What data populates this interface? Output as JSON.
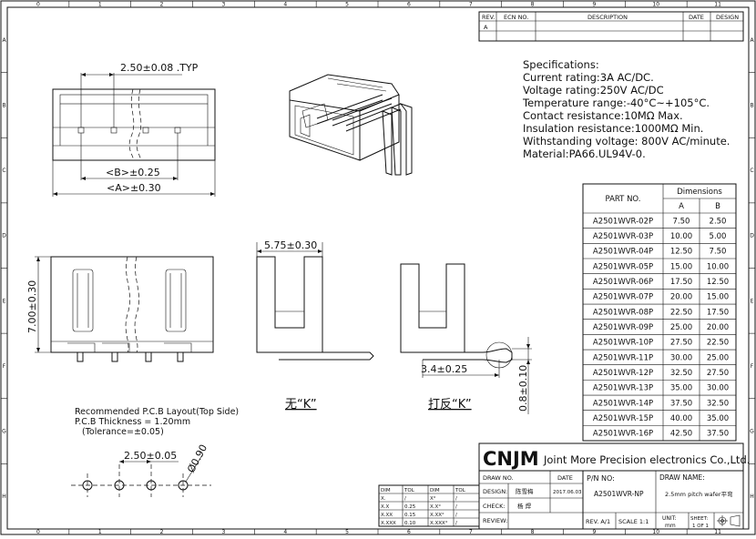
{
  "revision": {
    "headers": [
      "REV.",
      "ECN NO.",
      "DESCRIPTION",
      "DATE",
      "DESIGN"
    ],
    "rows": [
      [
        "A",
        "",
        "",
        "",
        ""
      ]
    ]
  },
  "grid": {
    "columns": [
      "0",
      "1",
      "2",
      "3",
      "4",
      "5",
      "6",
      "7",
      "8",
      "9",
      "10",
      "11"
    ],
    "rows": [
      "A",
      "B",
      "C",
      "D",
      "E",
      "F",
      "G",
      "H"
    ]
  },
  "specifications": {
    "title": "Specifications:",
    "lines": [
      "Current rating:3A AC/DC.",
      "Voltage rating:250V AC/DC",
      "Temperature range:-40°C~+105°C.",
      "Contact resistance:10MΩ Max.",
      "Insulation resistance:1000MΩ Min.",
      "Withstanding voltage: 800V AC/minute.",
      "Material:PA66.UL94V-0."
    ]
  },
  "parts_table": {
    "part_header": "PART NO.",
    "dims_header": "Dimensions",
    "col_a": "A",
    "col_b": "B",
    "rows": [
      [
        "A2501WVR-02P",
        "7.50",
        "2.50"
      ],
      [
        "A2501WVR-03P",
        "10.00",
        "5.00"
      ],
      [
        "A2501WVR-04P",
        "12.50",
        "7.50"
      ],
      [
        "A2501WVR-05P",
        "15.00",
        "10.00"
      ],
      [
        "A2501WVR-06P",
        "17.50",
        "12.50"
      ],
      [
        "A2501WVR-07P",
        "20.00",
        "15.00"
      ],
      [
        "A2501WVR-08P",
        "22.50",
        "17.50"
      ],
      [
        "A2501WVR-09P",
        "25.00",
        "20.00"
      ],
      [
        "A2501WVR-10P",
        "27.50",
        "22.50"
      ],
      [
        "A2501WVR-11P",
        "30.00",
        "25.00"
      ],
      [
        "A2501WVR-12P",
        "32.50",
        "27.50"
      ],
      [
        "A2501WVR-13P",
        "35.00",
        "30.00"
      ],
      [
        "A2501WVR-14P",
        "37.50",
        "32.50"
      ],
      [
        "A2501WVR-15P",
        "40.00",
        "35.00"
      ],
      [
        "A2501WVR-16P",
        "42.50",
        "37.50"
      ]
    ]
  },
  "dimensions": {
    "pitch_typ": "2.50±0.08 .TYP",
    "b": "<B>±0.25",
    "a": "<A>±0.30",
    "height": "7.00±0.30",
    "depth": "5.75±0.30",
    "pin_len": "3.4±0.25",
    "pin_thk": "0.8±0.10",
    "pcb_pitch": "2.50±0.05",
    "hole": "Ø0.90"
  },
  "labels": {
    "no_k": "无“K”",
    "with_k": "打反“K”"
  },
  "pcb_note": {
    "lines": [
      "Recommended P.C.B Layout(Top Side)",
      "P.C.B Thickness = 1.20mm",
      "(Tolerance=±0.05)"
    ]
  },
  "tolerance_table": {
    "rows": [
      [
        "DIM",
        "TOL",
        "DIM",
        "TOL"
      ],
      [
        "X.",
        "/",
        "X°",
        "/"
      ],
      [
        "X.X",
        "0.25",
        "X.X°",
        "/"
      ],
      [
        "X.XX",
        "0.15",
        "X.XX°",
        "/"
      ],
      [
        "X.XXX",
        "0.10",
        "X.XXX°",
        "/"
      ]
    ]
  },
  "title_block": {
    "logo": "CNJM",
    "company": "Joint More Precision electronics Co.,Ltd.",
    "draw_no_label": "DRAW NO.",
    "date_label": "DATE",
    "pn_label": "P/N NO:",
    "draw_name_label": "DRAW NAME:",
    "design_label": "DESIGN:",
    "designer": "陈雪梅",
    "date": "2017.06.03",
    "pn": "A2501WVR-NP",
    "draw_name": "2.5mm pitch wafer平弯",
    "check_label": "CHECK:",
    "checker": "杨 焊",
    "review_label": "REVIEW:",
    "rev": "REV. A/1",
    "scale": "SCALE 1:1",
    "unit_label": "UNIT:",
    "unit": "mm",
    "sheet_label": "SHEET:",
    "sheet": "1 OF 1"
  }
}
